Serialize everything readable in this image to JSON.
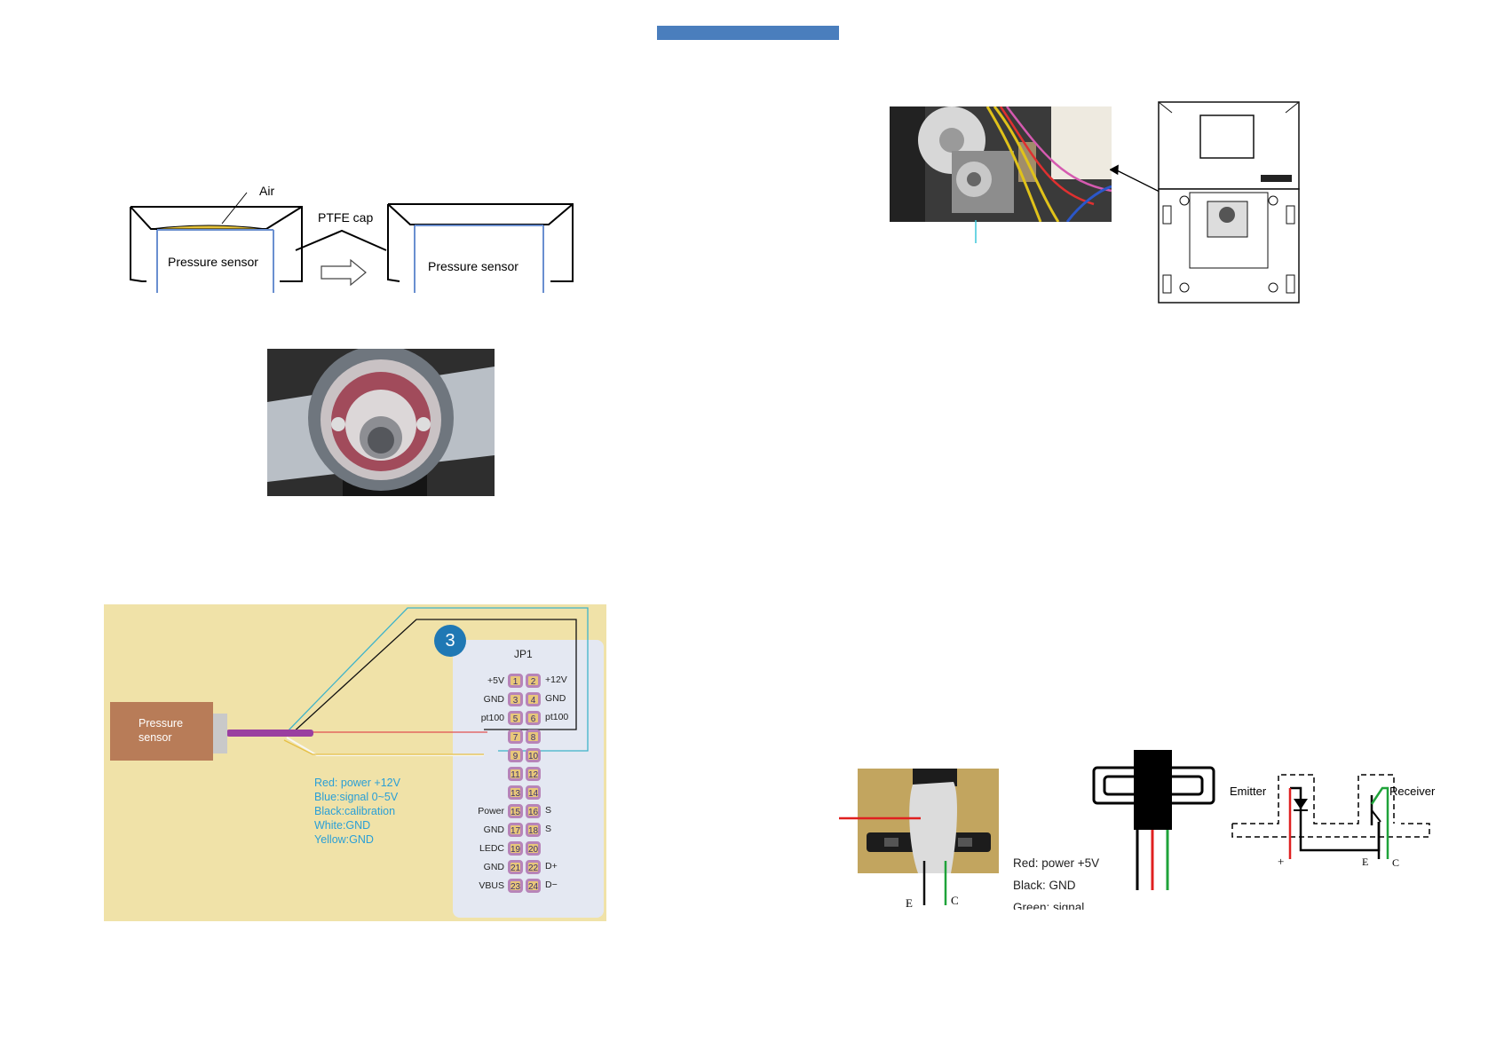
{
  "ptfe_diagram": {
    "air_label": "Air",
    "cap_label": "PTFE cap",
    "sensor_left_label": "Pressure sensor",
    "sensor_right_label": "Pressure sensor"
  },
  "wiring_diagram": {
    "step_number": "3",
    "header": "JP1",
    "sensor_label_line1": "Pressure",
    "sensor_label_line2": "sensor",
    "wire_legend": [
      "Red: power +12V",
      "Blue:signal 0~5V",
      "Black:calibration",
      "White:GND",
      "Yellow:GND"
    ],
    "pins": [
      {
        "left": "+5V",
        "a": "1",
        "b": "2",
        "right": "+12V"
      },
      {
        "left": "GND",
        "a": "3",
        "b": "4",
        "right": "GND"
      },
      {
        "left": "pt100",
        "a": "5",
        "b": "6",
        "right": "pt100"
      },
      {
        "left": "",
        "a": "7",
        "b": "8",
        "right": ""
      },
      {
        "left": "",
        "a": "9",
        "b": "10",
        "right": ""
      },
      {
        "left": "",
        "a": "11",
        "b": "12",
        "right": ""
      },
      {
        "left": "",
        "a": "13",
        "b": "14",
        "right": ""
      },
      {
        "left": "Power",
        "a": "15",
        "b": "16",
        "right": "S"
      },
      {
        "left": "GND",
        "a": "17",
        "b": "18",
        "right": "S"
      },
      {
        "left": "LEDC",
        "a": "19",
        "b": "20",
        "right": ""
      },
      {
        "left": "GND",
        "a": "21",
        "b": "22",
        "right": "D+"
      },
      {
        "left": "VBUS",
        "a": "23",
        "b": "24",
        "right": "D−"
      }
    ]
  },
  "optical_sensor": {
    "photo_e": "E",
    "photo_c": "C",
    "legend": [
      "Red: power +5V",
      "Black: GND",
      "Green: signal"
    ],
    "emitter_label": "Emitter",
    "receiver_label": "Receiver",
    "schematic_plus": "+",
    "schematic_e": "E",
    "schematic_c": "C"
  },
  "colors": {
    "section_bar": "#4a7ebd",
    "wiring_bg": "#f0e2a8",
    "connector_panel": "#e4e8f2",
    "step_badge": "#1f78b4",
    "sensor_body": "#b87c58",
    "wire_text": "#2a9fd6"
  }
}
